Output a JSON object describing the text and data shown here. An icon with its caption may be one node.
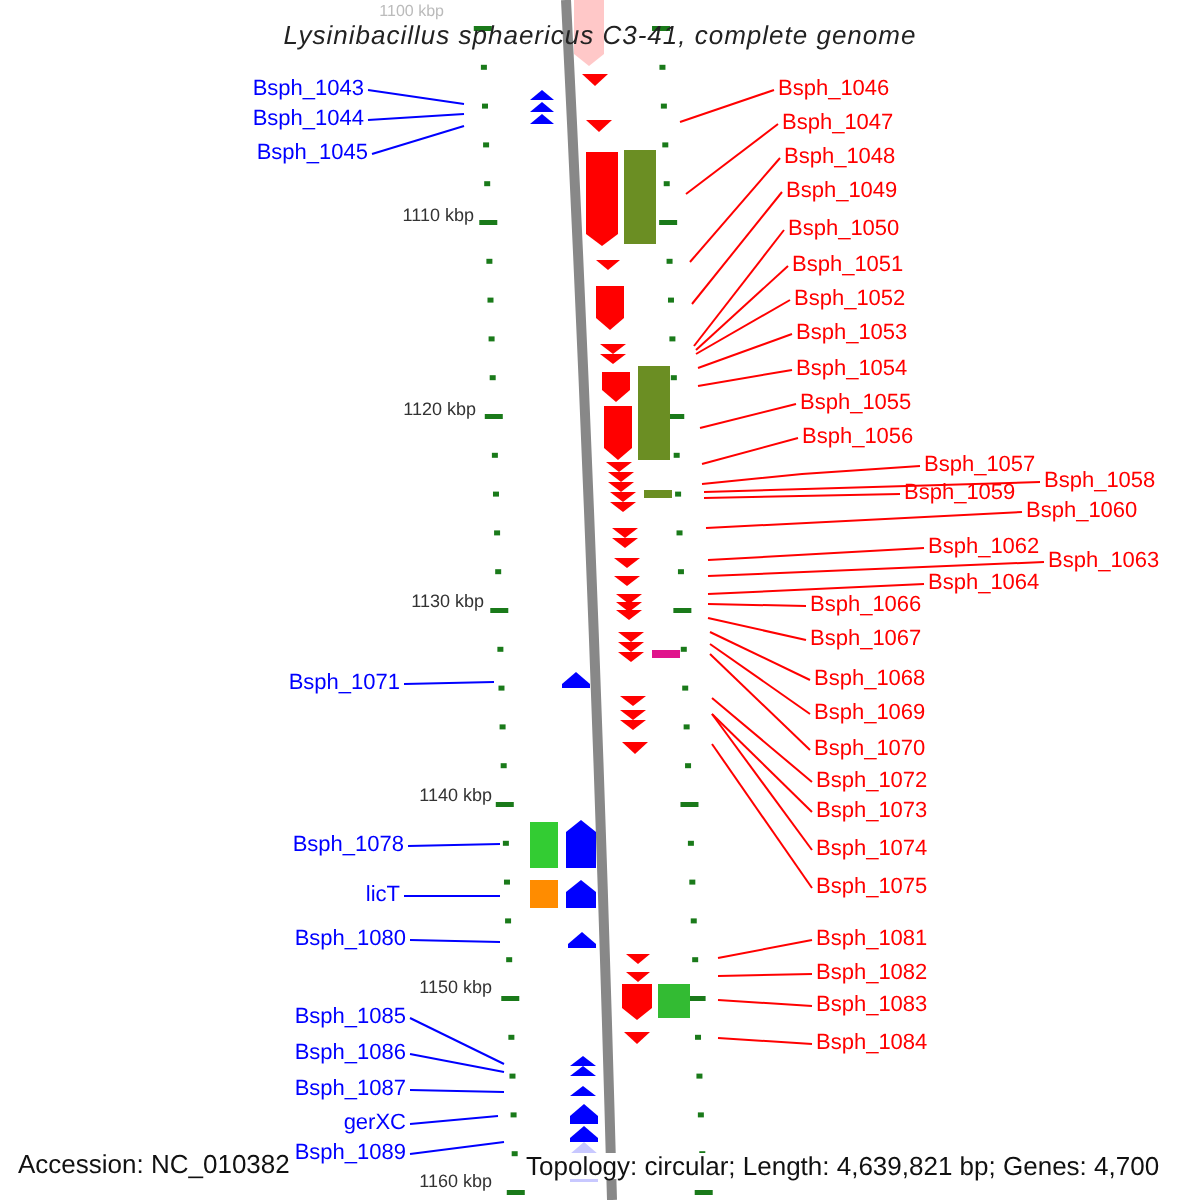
{
  "diagram": {
    "title": "Lysinibacillus sphaericus C3-41, complete genome",
    "nodes": [
      {
        "text": [
          "Bsph_1043"
        ]
      },
      {
        "text": [
          "Bsph_1044"
        ]
      },
      {
        "text": [
          "Bsph_1045"
        ]
      },
      {
        "text": [
          "Bsph_1046"
        ]
      },
      {
        "text": [
          "Bsph_1047"
        ]
      },
      {
        "text": [
          "Bsph_1048"
        ]
      },
      {
        "text": [
          "Bsph_1049"
        ]
      },
      {
        "text": [
          "Bsph_1050"
        ]
      },
      {
        "text": [
          "Bsph_1051"
        ]
      },
      {
        "text": [
          "Bsph_1052"
        ]
      },
      {
        "text": [
          "Bsph_1053"
        ]
      },
      {
        "text": [
          "Bsph_1054"
        ]
      },
      {
        "text": [
          "Bsph_1055"
        ]
      },
      {
        "text": [
          "Bsph_1056"
        ]
      },
      {
        "text": [
          "Bsph_1057"
        ]
      },
      {
        "text": [
          "Bsph_1058"
        ]
      },
      {
        "text": [
          "Bsph_1059"
        ]
      },
      {
        "text": [
          "Bsph_1060"
        ]
      },
      {
        "text": [
          "Bsph_1062"
        ]
      },
      {
        "text": [
          "Bsph_1063"
        ]
      },
      {
        "text": [
          "Bsph_1064"
        ]
      },
      {
        "text": [
          "Bsph_1066"
        ]
      },
      {
        "text": [
          "Bsph_1067"
        ]
      },
      {
        "text": [
          "Bsph_1068"
        ]
      },
      {
        "text": [
          "Bsph_1069"
        ]
      },
      {
        "text": [
          "Bsph_1070"
        ]
      },
      {
        "text": [
          "Bsph_1071"
        ]
      },
      {
        "text": [
          "Bsph_1072"
        ]
      },
      {
        "text": [
          "Bsph_1073"
        ]
      },
      {
        "text": [
          "Bsph_1074"
        ]
      },
      {
        "text": [
          "Bsph_1075"
        ]
      },
      {
        "text": [
          "Bsph_1078"
        ]
      },
      {
        "text": [
          "licT"
        ]
      },
      {
        "text": [
          "Bsph_1080"
        ]
      },
      {
        "text": [
          "Bsph_1081"
        ]
      },
      {
        "text": [
          "Bsph_1082"
        ]
      },
      {
        "text": [
          "Bsph_1083"
        ]
      },
      {
        "text": [
          "Bsph_1084"
        ]
      },
      {
        "text": [
          "Bsph_1085"
        ]
      },
      {
        "text": [
          "Bsph_1086"
        ]
      },
      {
        "text": [
          "Bsph_1087"
        ]
      },
      {
        "text": [
          "gerXC"
        ]
      },
      {
        "text": [
          "Bsph_1089"
        ]
      }
    ],
    "edges": [
      {
        "from": 0,
        "to": null,
        "arrow": "none",
        "color": "#0000ff"
      },
      {
        "from": 1,
        "to": null,
        "arrow": "none",
        "color": "#0000ff"
      },
      {
        "from": 2,
        "to": null,
        "arrow": "none",
        "color": "#0000ff"
      },
      {
        "from": 3,
        "to": null,
        "arrow": "none"
      },
      {
        "from": 4,
        "to": null,
        "arrow": "none"
      },
      {
        "from": 5,
        "to": null,
        "arrow": "none"
      },
      {
        "from": 6,
        "to": null,
        "arrow": "none"
      },
      {
        "from": 7,
        "to": null,
        "arrow": "none"
      },
      {
        "from": 8,
        "to": null,
        "arrow": "none"
      },
      {
        "from": 9,
        "to": null,
        "arrow": "none"
      },
      {
        "from": 10,
        "to": null,
        "arrow": "none"
      },
      {
        "from": 11,
        "to": null,
        "arrow": "none"
      },
      {
        "from": 12,
        "to": null,
        "arrow": "none"
      },
      {
        "from": 13,
        "to": null,
        "arrow": "none"
      },
      {
        "from": 14,
        "to": null,
        "arrow": "none"
      },
      {
        "from": 15,
        "to": null,
        "arrow": "none"
      },
      {
        "from": 16,
        "to": null,
        "arrow": "none"
      },
      {
        "from": 17,
        "to": null,
        "arrow": "none"
      },
      {
        "from": 18,
        "to": null,
        "arrow": "none"
      },
      {
        "from": 19,
        "to": null,
        "arrow": "none"
      },
      {
        "from": 20,
        "to": null,
        "arrow": "none"
      },
      {
        "from": 21,
        "to": null,
        "arrow": "none"
      },
      {
        "from": 22,
        "to": null,
        "arrow": "none"
      },
      {
        "from": 23,
        "to": null,
        "arrow": "none"
      },
      {
        "from": 24,
        "to": null,
        "arrow": "none"
      },
      {
        "from": 25,
        "to": null,
        "arrow": "none"
      },
      {
        "from": 26,
        "to": null,
        "arrow": "none",
        "color": "#0000ff"
      },
      {
        "from": 27,
        "to": null,
        "arrow": "none"
      },
      {
        "from": 28,
        "to": null,
        "arrow": "none"
      },
      {
        "from": 29,
        "to": null,
        "arrow": "none"
      },
      {
        "from": 30,
        "to": null,
        "arrow": "none"
      },
      {
        "from": 31,
        "to": null,
        "arrow": "none",
        "color": "#0000ff"
      },
      {
        "from": 32,
        "to": null,
        "arrow": "none",
        "color": "#0000ff"
      },
      {
        "from": 33,
        "to": null,
        "arrow": "none",
        "color": "#0000ff"
      },
      {
        "from": 34,
        "to": null,
        "arrow": "none"
      },
      {
        "from": 35,
        "to": null,
        "arrow": "none"
      },
      {
        "from": 36,
        "to": null,
        "arrow": "none"
      },
      {
        "from": 37,
        "to": null,
        "arrow": "none"
      },
      {
        "from": 38,
        "to": null,
        "arrow": "none",
        "color": "#0000ff"
      },
      {
        "from": 39,
        "to": null,
        "arrow": "none",
        "color": "#0000ff"
      },
      {
        "from": 40,
        "to": null,
        "arrow": "none",
        "color": "#0000ff"
      },
      {
        "from": 41,
        "to": null,
        "arrow": "none",
        "color": "#0000ff"
      },
      {
        "from": 42,
        "to": null,
        "arrow": "none",
        "color": "#0000ff"
      }
    ],
    "labels": [
      "1100 kbp",
      "1110 kbp",
      "1120 kbp",
      "1130 kbp",
      "1140 kbp",
      "1150 kbp",
      "1160 kbp",
      "Accession: NC_010382",
      "Topology: circular; Length: 4,639,821 bp; Genes: 4,700"
    ]
  }
}
